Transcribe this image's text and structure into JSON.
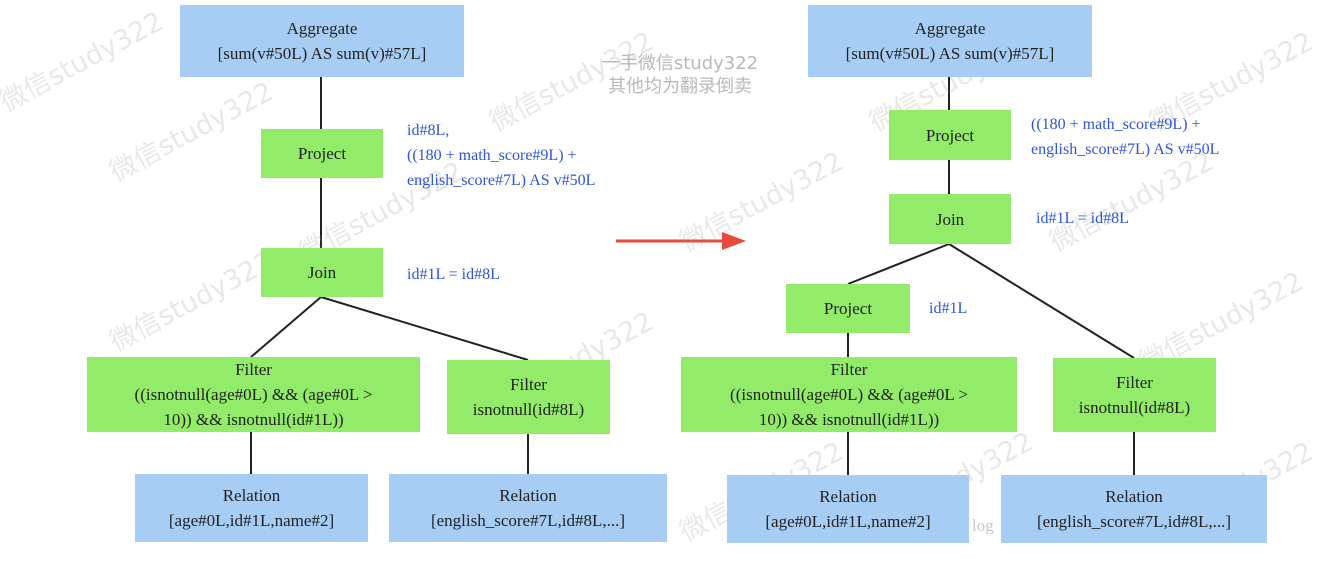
{
  "watermark": {
    "center_line1": "一手微信study322",
    "center_line2": "其他均为翻录倒卖",
    "tile_text": "微信study322",
    "faint_text": "log"
  },
  "left_tree": {
    "aggregate": {
      "title": "Aggregate",
      "detail": "[sum(v#50L) AS sum(v)#57L]"
    },
    "project": {
      "title": "Project"
    },
    "project_note": [
      "id#8L,",
      "((180 + math_score#9L) +",
      "english_score#7L) AS v#50L"
    ],
    "join": {
      "title": "Join"
    },
    "join_note": "id#1L = id#8L",
    "filter_left": {
      "title": "Filter",
      "lines": [
        "((isnotnull(age#0L) && (age#0L >",
        "10)) && isnotnull(id#1L))"
      ]
    },
    "filter_right": {
      "title": "Filter",
      "lines": [
        "isnotnull(id#8L)"
      ]
    },
    "relation_left": {
      "title": "Relation",
      "detail": "[age#0L,id#1L,name#2]"
    },
    "relation_right": {
      "title": "Relation",
      "detail": "[english_score#7L,id#8L,...]"
    }
  },
  "right_tree": {
    "aggregate": {
      "title": "Aggregate",
      "detail": "[sum(v#50L) AS sum(v)#57L]"
    },
    "project_top": {
      "title": "Project"
    },
    "project_top_note": [
      "((180 + math_score#9L) +",
      "english_score#7L) AS v#50L"
    ],
    "join": {
      "title": "Join"
    },
    "join_note": "id#1L = id#8L",
    "project_bottom": {
      "title": "Project"
    },
    "project_bottom_note": "id#1L",
    "filter_left": {
      "title": "Filter",
      "lines": [
        "((isnotnull(age#0L) && (age#0L >",
        "10)) && isnotnull(id#1L))"
      ]
    },
    "filter_right": {
      "title": "Filter",
      "lines": [
        "isnotnull(id#8L)"
      ]
    },
    "relation_left": {
      "title": "Relation",
      "detail": "[age#0L,id#1L,name#2]"
    },
    "relation_right": {
      "title": "Relation",
      "detail": "[english_score#7L,id#8L,...]"
    }
  },
  "colors": {
    "relation_fill": "#a7cdf5",
    "operator_fill": "#92ec6a",
    "note_text": "#2d55d6",
    "arrow": "#e8493a",
    "edge": "#222222"
  }
}
